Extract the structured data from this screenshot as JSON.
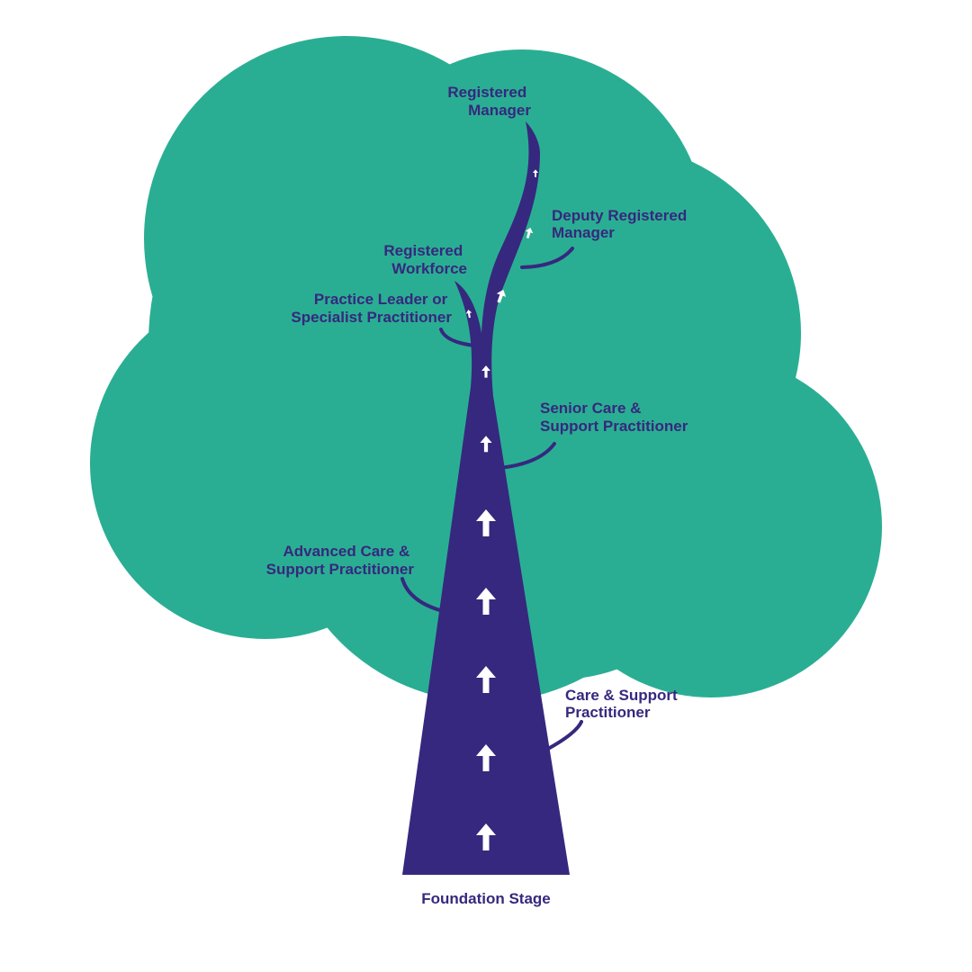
{
  "colors": {
    "canopy": "#2aae93",
    "trunk": "#36287e",
    "label": "#36287e",
    "arrow": "#ffffff",
    "background": "#ffffff"
  },
  "base_label": "Foundation Stage",
  "stages": [
    {
      "id": "care-support-practitioner",
      "lines": [
        "Care & Support",
        "Practitioner"
      ]
    },
    {
      "id": "advanced-care-support-practitioner",
      "lines": [
        "Advanced Care &",
        "Support Practitioner"
      ]
    },
    {
      "id": "senior-care-support-practitioner",
      "lines": [
        "Senior Care &",
        "Support Practitioner"
      ]
    },
    {
      "id": "practice-leader-specialist",
      "lines": [
        "Practice Leader or",
        "Specialist Practitioner"
      ]
    },
    {
      "id": "registered-workforce",
      "lines": [
        "Registered",
        "Workforce"
      ]
    },
    {
      "id": "deputy-registered-manager",
      "lines": [
        "Deputy Registered",
        "Manager"
      ]
    },
    {
      "id": "registered-manager",
      "lines": [
        "Registered",
        "Manager"
      ]
    }
  ],
  "arrow_icon": "up-arrow-icon"
}
